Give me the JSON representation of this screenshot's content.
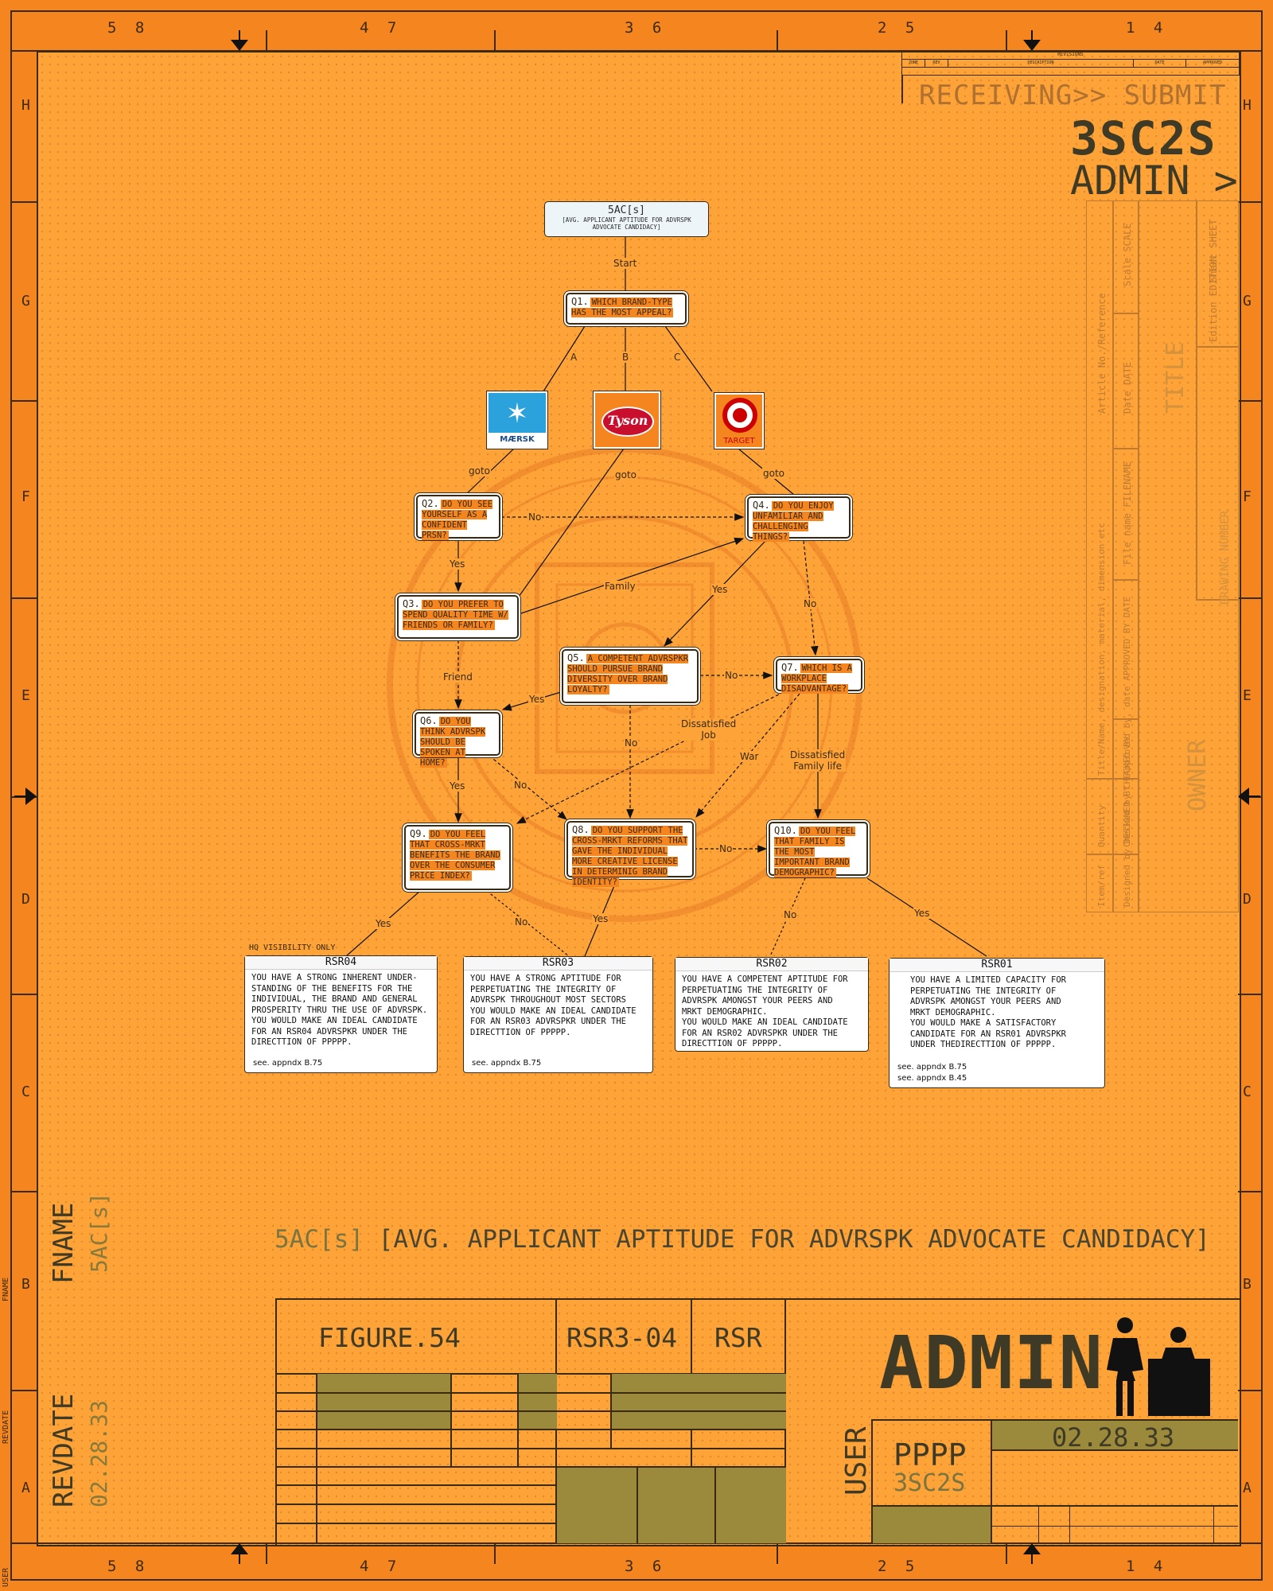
{
  "ruler": {
    "numbers": [
      "5 8",
      "4 7",
      "3 6",
      "2 5",
      "1 4"
    ],
    "letters": [
      "H",
      "G",
      "F",
      "E",
      "D",
      "C",
      "B",
      "A"
    ]
  },
  "header": {
    "revisions_label": "REVISIONS",
    "rev_cols": [
      "ZONE",
      "REV",
      "DESCRIPTION",
      "DATE",
      "APPROVED"
    ],
    "receiving": "RECEIVING>> SUBMIT",
    "code": "3SC2S",
    "admin": "ADMIN >"
  },
  "side_table": {
    "cols": [
      "Article No./Reference",
      "Scale SCALE",
      "Sheet SHEET",
      "Date DATE",
      "Edition EDITION",
      "File name FILENAME",
      "Approved by, date APPROVED BY DATE",
      "Title/Name, designation, material, dimension etc",
      "Checked by CHECKED BY",
      "Designed by DESIGNED BY",
      "Quantity",
      "Item/ref"
    ],
    "title": "TITLE",
    "drawing_number": "DRAWING NUMBER",
    "owner": "OWNER"
  },
  "diagram": {
    "start": {
      "title": "5AC[s]",
      "subtitle": "[AVG. APPLICANT APTITUDE FOR ADVRSPK ADVOCATE CANDIDACY]"
    },
    "start_label": "Start",
    "q1": {
      "num": "Q1.",
      "text": "WHICH BRAND-TYPE HAS THE MOST APPEAL?"
    },
    "q2": {
      "num": "Q2.",
      "text": "DO YOU SEE YOURSELF AS A CONFIDENT PRSN?"
    },
    "q3": {
      "num": "Q3.",
      "text": "DO YOU PREFER TO SPEND QUALITY TIME W/ FRIENDS OR FAMILY?"
    },
    "q4": {
      "num": "Q4.",
      "text": "DO YOU ENJOY UNFAMILIAR AND CHALLENGING THINGS?"
    },
    "q5": {
      "num": "Q5.",
      "text": "A COMPETENT ADVRSPKR SHOULD PURSUE BRAND DIVERSITY OVER BRAND LOYALTY?"
    },
    "q6": {
      "num": "Q6.",
      "text": "DO YOU THINK ADVRSPK SHOULD BE SPOKEN AT HOME?"
    },
    "q7": {
      "num": "Q7.",
      "text": "WHICH IS A WORKPLACE DISADVANTAGE?"
    },
    "q8": {
      "num": "Q8.",
      "text": "DO YOU SUPPORT THE CROSS-MRKT REFORMS THAT GAVE THE INDIVIDUAL MORE CREATIVE LICENSE IN DETERMINIG BRAND IDENTITY?"
    },
    "q9": {
      "num": "Q9.",
      "text": "DO YOU FEEL THAT CROSS-MRKT BENEFITS THE BRAND OVER THE CONSUMER PRICE INDEX?"
    },
    "q10": {
      "num": "Q10.",
      "text": "DO YOU FEEL THAT FAMILY IS THE MOST IMPORTANT BRAND DEMOGRAPHIC?"
    },
    "logos": {
      "maersk": "MÆRSK",
      "tyson": "Tyson",
      "target": "TARGET"
    },
    "labels": {
      "a": "A",
      "b": "B",
      "c": "C",
      "goto1": "goto",
      "goto2": "goto",
      "goto3": "goto",
      "q2_no": "No",
      "q2_yes": "Yes",
      "family": "Family",
      "friend": "Friend",
      "q4_yes": "Yes",
      "q4_no": "No",
      "q5_no_right": "No",
      "q5_yes": "Yes",
      "q5_no_down": "No",
      "dissatisfied_job": "Dissatisfied\nJob",
      "war": "War",
      "dissatisfied_family": "Dissatisfied\nFamily life",
      "q6_yes": "Yes",
      "q6_no": "No",
      "q8_no": "No",
      "q9_yes": "Yes",
      "q9_no": "No",
      "q8_yes": "Yes",
      "q10_no": "No",
      "q10_yes": "Yes"
    },
    "hq_note": "HQ VISIBILITY ONLY",
    "results": [
      {
        "title": "RSR04",
        "body": "YOU HAVE A STRONG INHERENT UNDER-\nSTANDING OF THE BENEFITS FOR THE\nINDIVIDUAL, THE BRAND AND GENERAL\nPROSPERITY THRU THE USE OF ADVRSPK.\nYOU WOULD MAKE AN IDEAL CANDIDATE\nFOR AN RSR04 ADVRSPKR UNDER THE\nDIRECTTION OF PPPPP.",
        "see": "see. appndx B.75"
      },
      {
        "title": "RSR03",
        "body": "YOU HAVE A STRONG APTITUDE FOR\nPERPETUATING THE INTEGRITY OF\nADVRSPK THROUGHOUT MOST SECTORS\nYOU WOULD MAKE AN IDEAL CANDIDATE\nFOR AN RSR03 ADVRSPKR UNDER THE\nDIRECTTION OF PPPPP.",
        "see": "see. appndx B.75"
      },
      {
        "title": "RSR02",
        "body": "YOU HAVE A COMPETENT APTITUDE FOR\nPERPETUATING THE INTEGRITY OF\nADVRSPK AMONGST YOUR PEERS AND\nMRKT DEMOGRAPHIC.\nYOU WOULD MAKE AN IDEAL CANDIDATE\nFOR AN RSR02 ADVRSPKR UNDER THE\nDIRECTTION OF PPPPP.",
        "see": ""
      },
      {
        "title": "RSR01",
        "body": "YOU HAVE A LIMITED CAPACITY FOR\nPERPETUATING THE INTEGRITY OF\nADVRSPK AMONGST YOUR PEERS AND\nMRKT DEMOGRAPHIC.\nYOU WOULD MAKE A SATISFACTORY\nCANDIDATE FOR AN RSR01 ADVRSPKR\nUNDER THEDIRECTTION OF PPPPP.",
        "see": "see. appndx B.75\nsee. appndx B.45"
      }
    ]
  },
  "footer": {
    "title_prefix": "5AC[s]",
    "title_main": "[AVG. APPLICANT APTITUDE FOR ADVRSPK ADVOCATE CANDIDACY]",
    "figure": "FIGURE.54",
    "rsr_range": "RSR3-04",
    "rsr": "RSR",
    "admin": "ADMIN",
    "user_label": "USER",
    "user_name": "PPPP",
    "user_code": "3SC2S",
    "date": "02.28.33",
    "fname_label": "FNAME",
    "fname_value": "5AC[s]",
    "revdate_label": "REVDATE",
    "revdate_value": "02.28.33",
    "side_fname": "FNAME",
    "side_revdate": "REVDATE",
    "side_user": "USER"
  },
  "colors": {
    "border": "#f4851f",
    "sheet": "#fda338",
    "ink": "#3a2a12",
    "olive": "#9c8a3c",
    "node_fill": "#f4851f"
  }
}
